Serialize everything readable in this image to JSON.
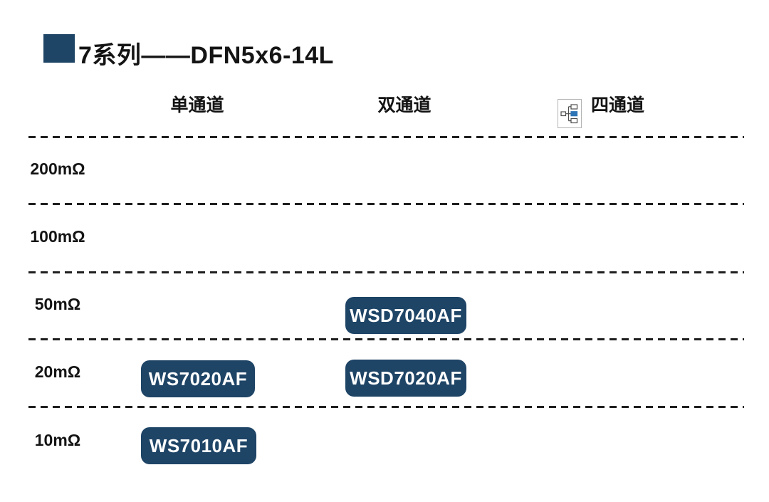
{
  "title": {
    "text": "7系列——DFN5x6-14L"
  },
  "colors": {
    "navy": "#1E4466",
    "icon_blue": "#2E75B6",
    "line_black": "#1F1F1F",
    "badge_text": "#FFFFFF"
  },
  "columns": [
    {
      "label": "单通道"
    },
    {
      "label": "双通道"
    },
    {
      "label": "四通道",
      "icon": "hierarchy-icon"
    }
  ],
  "rows": [
    {
      "label": "200mΩ"
    },
    {
      "label": "100mΩ"
    },
    {
      "label": "50mΩ"
    },
    {
      "label": "20mΩ"
    },
    {
      "label": "10mΩ"
    }
  ],
  "badges": [
    {
      "label": "WSD7040AF",
      "row": "50mΩ",
      "column": "双通道"
    },
    {
      "label": "WS7020AF",
      "row": "20mΩ",
      "column": "单通道"
    },
    {
      "label": "WSD7020AF",
      "row": "20mΩ",
      "column": "双通道"
    },
    {
      "label": "WS7010AF",
      "row": "10mΩ",
      "column": "单通道"
    }
  ]
}
